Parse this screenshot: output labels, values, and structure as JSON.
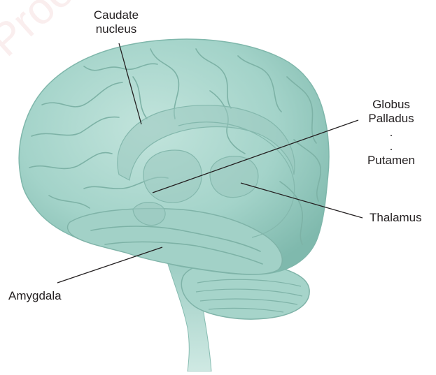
{
  "labels": {
    "caudate": [
      "Caudate",
      "nucleus"
    ],
    "globus": [
      "Globus",
      "Palladus",
      ".",
      ".",
      "Putamen"
    ],
    "thalamus": "Thalamus",
    "amygdala": "Amygdala"
  },
  "watermark": "Proof - Do",
  "colors": {
    "brain_fill": "#9fd0c6",
    "brain_dark": "#6fa89d",
    "brain_light": "#c6e6de",
    "leader_line": "#231f20"
  }
}
